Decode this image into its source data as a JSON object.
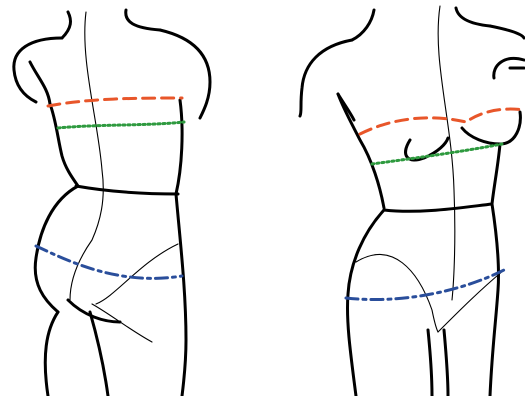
{
  "figures": [
    {
      "view": "back"
    },
    {
      "view": "front"
    }
  ],
  "measurement_lines": [
    {
      "name": "upper",
      "color": "#E8562A",
      "style": "dashed"
    },
    {
      "name": "middle",
      "color": "#2E9A3F",
      "style": "dotted"
    },
    {
      "name": "lower",
      "color": "#2A4E9B",
      "style": "dash-dot"
    }
  ]
}
